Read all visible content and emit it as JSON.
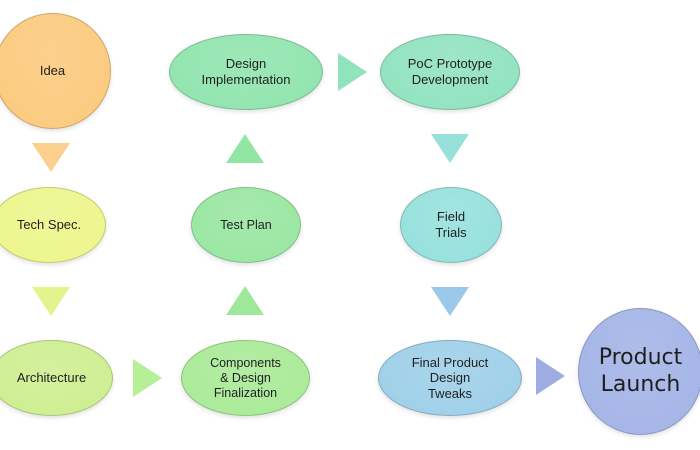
{
  "diagram": {
    "nodes": {
      "idea": {
        "label": "Idea",
        "color": "#fbc97c"
      },
      "tech_spec": {
        "label": "Tech Spec.",
        "color": "#edf58a"
      },
      "architecture": {
        "label": "Architecture",
        "color": "#cdee8f"
      },
      "components": {
        "label": "Components\n& Design\nFinalization",
        "color": "#a8ea96"
      },
      "test_plan": {
        "label": "Test Plan",
        "color": "#98e6a0"
      },
      "design_impl": {
        "label": "Design\nImplementation",
        "color": "#8fe4ad"
      },
      "poc": {
        "label": "PoC Prototype\nDevelopment",
        "color": "#8fe2bf"
      },
      "field_trials": {
        "label": "Field\nTrials",
        "color": "#95e0dc"
      },
      "final_tweaks": {
        "label": "Final Product\nDesign\nTweaks",
        "color": "#9dcfe8"
      },
      "product_launch": {
        "label": "Product\nLaunch",
        "color": "#a2b3e6"
      }
    },
    "arrows": [
      {
        "from": "Idea",
        "to": "Tech Spec.",
        "color": "#fbcf8e"
      },
      {
        "from": "Tech Spec.",
        "to": "Architecture",
        "color": "#e3f48e"
      },
      {
        "from": "Architecture",
        "to": "Components & Design Finalization",
        "color": "#b5ef96"
      },
      {
        "from": "Components & Design Finalization",
        "to": "Test Plan",
        "color": "#9fe89a"
      },
      {
        "from": "Test Plan",
        "to": "Design Implementation",
        "color": "#92e6a3"
      },
      {
        "from": "Design Implementation",
        "to": "PoC Prototype Development",
        "color": "#8fe4bb"
      },
      {
        "from": "PoC Prototype Development",
        "to": "Field Trials",
        "color": "#95e1d9"
      },
      {
        "from": "Field Trials",
        "to": "Final Product Design Tweaks",
        "color": "#9cc9e9"
      },
      {
        "from": "Final Product Design Tweaks",
        "to": "Product Launch",
        "color": "#9eaee2"
      }
    ]
  }
}
